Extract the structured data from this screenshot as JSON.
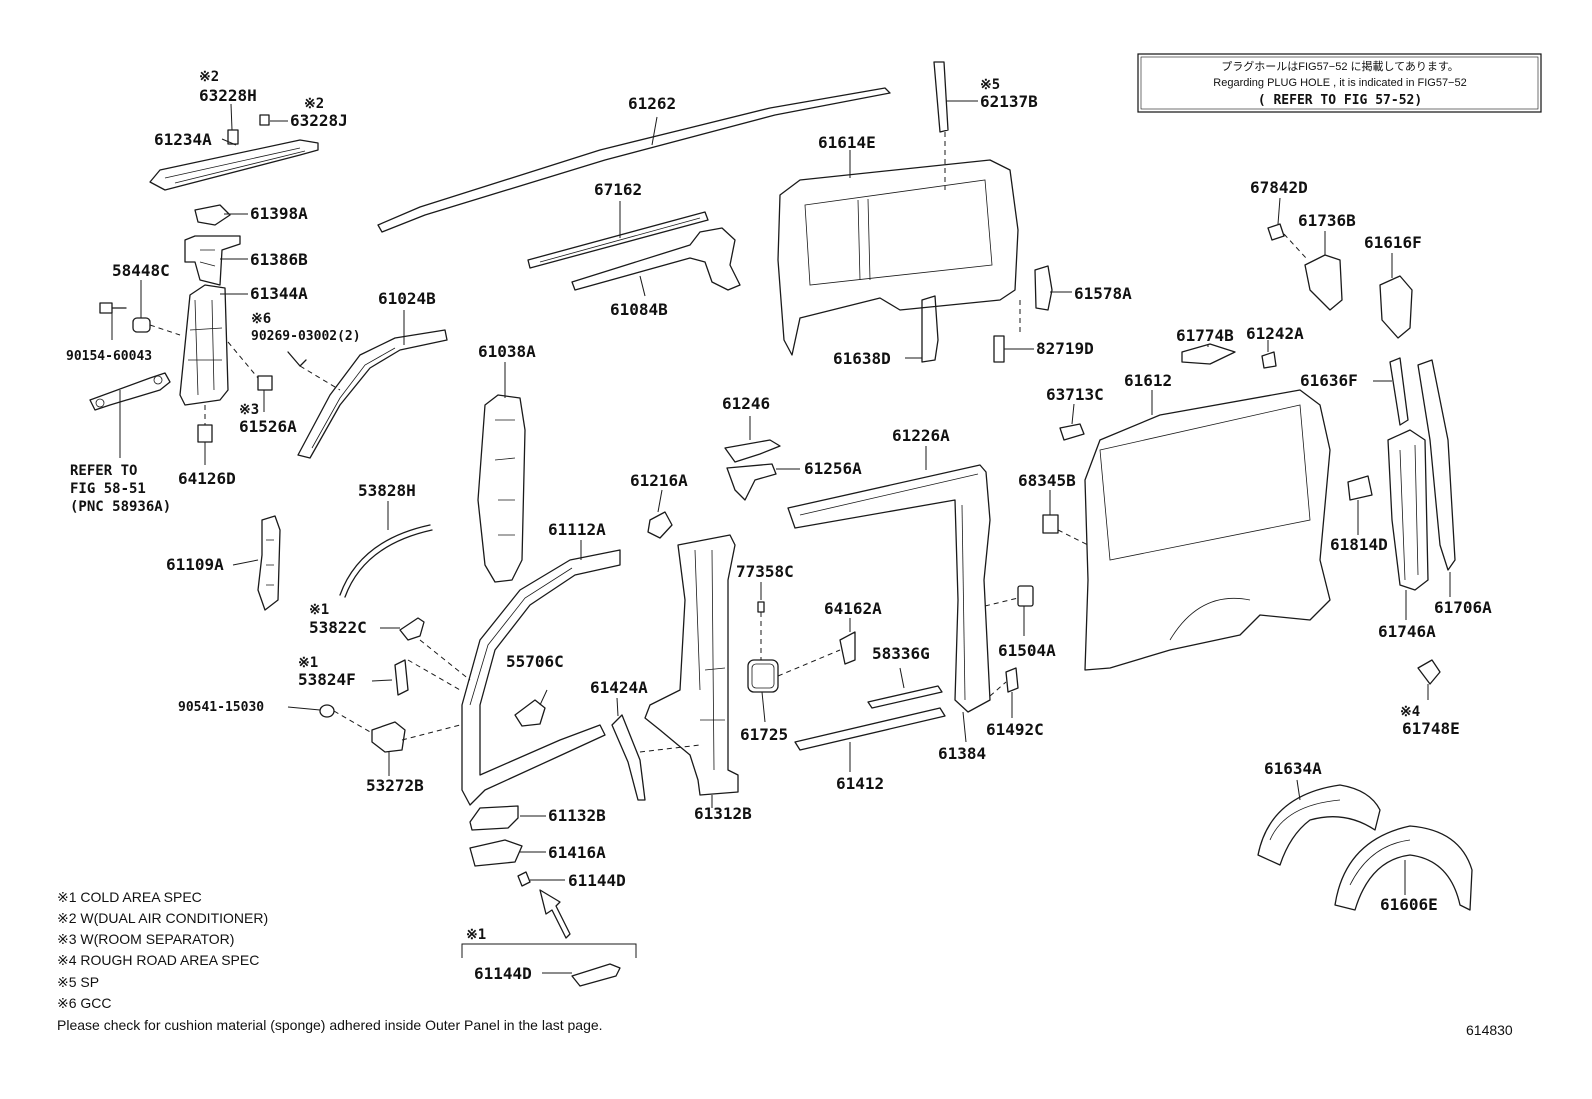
{
  "diagram_id": "614830",
  "notice_box": {
    "line_jp": "プラグホールはFIG57−52 に掲載してあります。",
    "line_en": "Regarding  PLUG HOLE , it is indicated in FIG57−52",
    "line_ref": "( REFER TO FIG 57-52)"
  },
  "refer_note": {
    "line1": "REFER TO",
    "line2": "FIG 58-51",
    "line3": "(PNC 58936A)"
  },
  "footnotes": [
    "※1 COLD AREA SPEC",
    "※2 W(DUAL AIR CONDITIONER)",
    "※3 W(ROOM SEPARATOR)",
    "※4 ROUGH ROAD AREA SPEC",
    "※5 SP",
    "※6 GCC"
  ],
  "bottom_note": "Please check for cushion material (sponge) adhered inside Outer Panel in the last page.",
  "markers": {
    "m1": "※1",
    "m2": "※2",
    "m3": "※3",
    "m4": "※4",
    "m5": "※5",
    "m6": "※6"
  },
  "parts": {
    "p63228H": "63228H",
    "p63228J": "63228J",
    "p61234A": "61234A",
    "p61398A": "61398A",
    "p61386B": "61386B",
    "p58448C": "58448C",
    "p61344A": "61344A",
    "p90269": "90269-03002(2)",
    "p90154": "90154-60043",
    "p61526A": "61526A",
    "p64126D": "64126D",
    "p61024B": "61024B",
    "p61262": "61262",
    "p67162": "67162",
    "p61084B": "61084B",
    "p61038A": "61038A",
    "p53828H": "53828H",
    "p61109A": "61109A",
    "p53822C": "53822C",
    "p53824F": "53824F",
    "p90541": "90541-15030",
    "p53272B": "53272B",
    "p61112A": "61112A",
    "p55706C": "55706C",
    "p61132B": "61132B",
    "p61416A": "61416A",
    "p61144D": "61144D",
    "p61144D_b": "61144D",
    "p61216A": "61216A",
    "p61424A": "61424A",
    "p61312B": "61312B",
    "p61246": "61246",
    "p61256A": "61256A",
    "p77358C": "77358C",
    "p61725": "61725",
    "p64162A": "64162A",
    "p61226A": "61226A",
    "p58336G": "58336G",
    "p61412": "61412",
    "p61384": "61384",
    "p61504A": "61504A",
    "p61492C": "61492C",
    "p62137B": "62137B",
    "p61614E": "61614E",
    "p61638D": "61638D",
    "p61578A": "61578A",
    "p82719D": "82719D",
    "p68345B": "68345B",
    "p63713C": "63713C",
    "p61612": "61612",
    "p61774B": "61774B",
    "p61242A": "61242A",
    "p67842D": "67842D",
    "p61736B": "61736B",
    "p61616F": "61616F",
    "p61636F": "61636F",
    "p61814D": "61814D",
    "p61706A": "61706A",
    "p61746A": "61746A",
    "p61748E": "61748E",
    "p61634A": "61634A",
    "p61606E": "61606E"
  }
}
